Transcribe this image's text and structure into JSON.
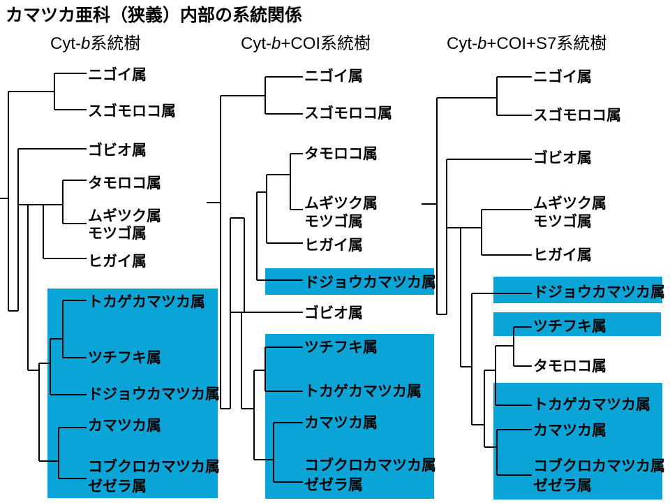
{
  "title": "カマツカ亜科（狭義）内部の系統関係",
  "columns": [
    {
      "pre": "Cyt-",
      "italic": "b",
      "post": "系統樹"
    },
    {
      "pre": "Cyt-",
      "italic": "b",
      "post": "+COI系統樹"
    },
    {
      "pre": "Cyt-",
      "italic": "b",
      "post": "+COI+S7系統樹"
    }
  ],
  "trees": [
    {
      "labels": [
        "ニゴイ属",
        "スゴモロコ属",
        "ゴビオ属",
        "タモロコ属",
        "ムギツク属",
        "モツゴ属",
        "ヒガイ属",
        "トカゲカマツカ属",
        "ツチフキ属",
        "ドジョウカマツカ属",
        "カマツカ属",
        "コブクロカマツカ属",
        "ゼゼラ属"
      ]
    },
    {
      "labels": [
        "ニゴイ属",
        "スゴモロコ属",
        "タモロコ属",
        "ムギツク属",
        "モツゴ属",
        "ヒガイ属",
        "ドジョウカマツカ属",
        "ゴビオ属",
        "ツチフキ属",
        "トカゲカマツカ属",
        "カマツカ属",
        "コブクロカマツカ属",
        "ゼゼラ属"
      ]
    },
    {
      "labels": [
        "ニゴイ属",
        "スゴモロコ属",
        "ゴビオ属",
        "ムギツク属",
        "モツゴ属",
        "ヒガイ属",
        "ドジョウカマツカ属",
        "ツチフキ属",
        "タモロコ属",
        "トカゲカマツカ属",
        "カマツカ属",
        "コブクロカマツカ属",
        "ゼゼラ属"
      ]
    }
  ],
  "colors": {
    "highlight": "#0aa5d6",
    "line": "#000000"
  }
}
